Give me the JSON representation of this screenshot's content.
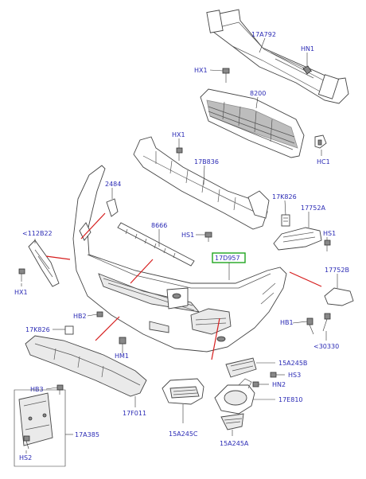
{
  "labels": {
    "17A792": "17A792",
    "HN1_top": "HN1",
    "HX1_top": "HX1",
    "8200": "8200",
    "HX1_mid": "HX1",
    "HC1": "HC1",
    "17B836": "17B836",
    "2484": "2484",
    "17K826_right": "17K826",
    "17752A": "17752A",
    "112B22": "<112B22",
    "8666": "8666",
    "HS1_mid": "HS1",
    "HS1_right": "HS1",
    "17D957": "17D957",
    "17752B": "17752B",
    "HX1_left": "HX1",
    "HB2": "HB2",
    "17K826_left": "17K826",
    "HB1": "HB1",
    "HM1": "HM1",
    "30330": "<30330",
    "15A245B": "15A245B",
    "HS3": "HS3",
    "HN2": "HN2",
    "HB3": "HB3",
    "17E810": "17E810",
    "17F011": "17F011",
    "17A385": "17A385",
    "15A245C": "15A245C",
    "15A245A": "15A245A",
    "HS2": "HS2"
  },
  "colors": {
    "label": "#2b2bb5",
    "highlight_box": "#1ea51e",
    "pointer": "#d61e1e"
  }
}
